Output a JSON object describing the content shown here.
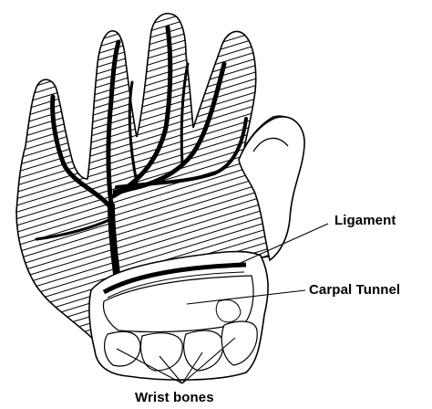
{
  "labels": {
    "ligament": "Ligament",
    "carpal_tunnel": "Carpal Tunnel",
    "wrist_bones": "Wrist bones"
  },
  "colors": {
    "background": "#ffffff",
    "ink": "#000000"
  }
}
